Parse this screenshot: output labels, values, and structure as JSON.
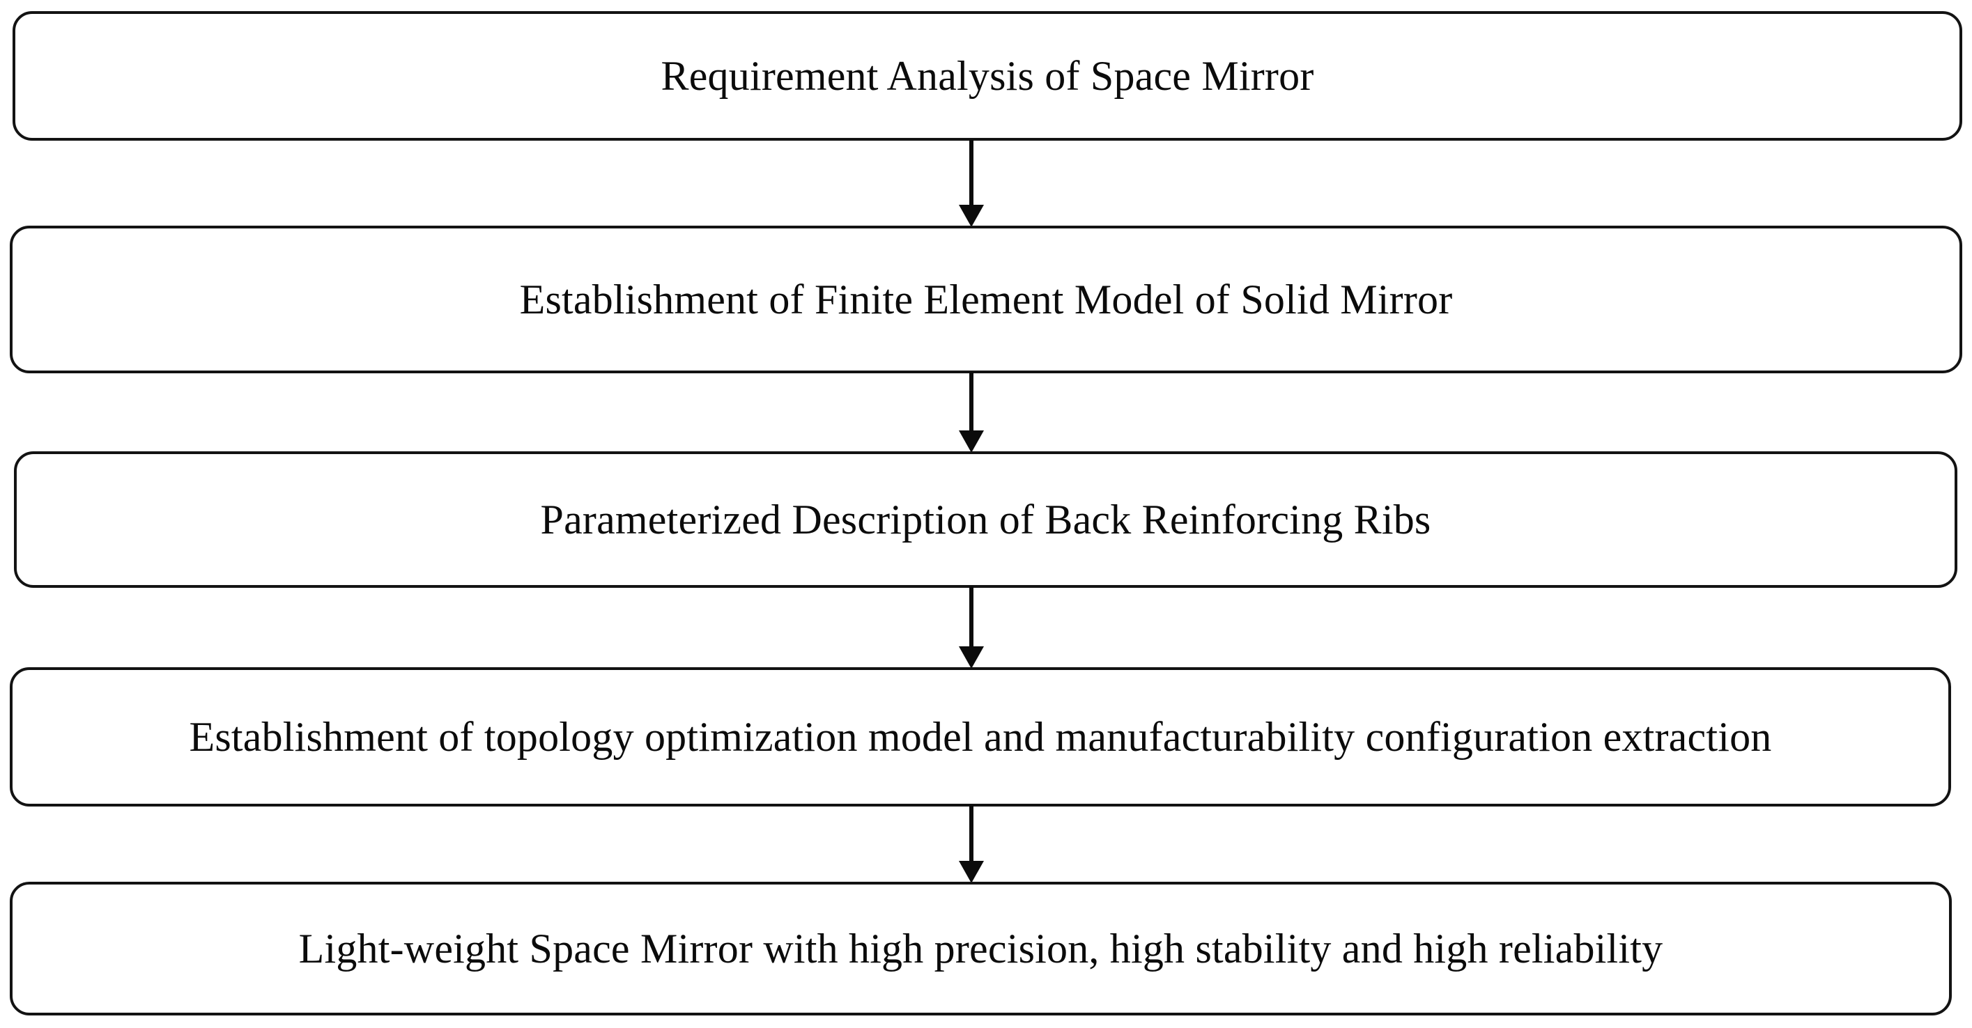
{
  "diagram": {
    "type": "flowchart",
    "orientation": "top-to-bottom",
    "background_color": "#ffffff",
    "node_border_color": "#131313",
    "text_color": "#0b0b0b",
    "arrow_color": "#0b0b0b",
    "nodes": [
      {
        "id": "node-0",
        "label": "Requirement Analysis of Space Mirror"
      },
      {
        "id": "node-1",
        "label": "Establishment of Finite Element Model of Solid Mirror"
      },
      {
        "id": "node-2",
        "label": "Parameterized Description of Back Reinforcing Ribs"
      },
      {
        "id": "node-3",
        "label": "Establishment of topology optimization model and manufacturability configuration extraction"
      },
      {
        "id": "node-4",
        "label": "Light-weight Space Mirror with high precision, high stability and high reliability"
      }
    ],
    "connectors": [
      {
        "id": "arrow-0",
        "from": "node-0",
        "to": "node-1",
        "glyph": "down-arrow"
      },
      {
        "id": "arrow-1",
        "from": "node-1",
        "to": "node-2",
        "glyph": "down-arrow"
      },
      {
        "id": "arrow-2",
        "from": "node-2",
        "to": "node-3",
        "glyph": "down-arrow"
      },
      {
        "id": "arrow-3",
        "from": "node-3",
        "to": "node-4",
        "glyph": "down-arrow"
      }
    ]
  }
}
